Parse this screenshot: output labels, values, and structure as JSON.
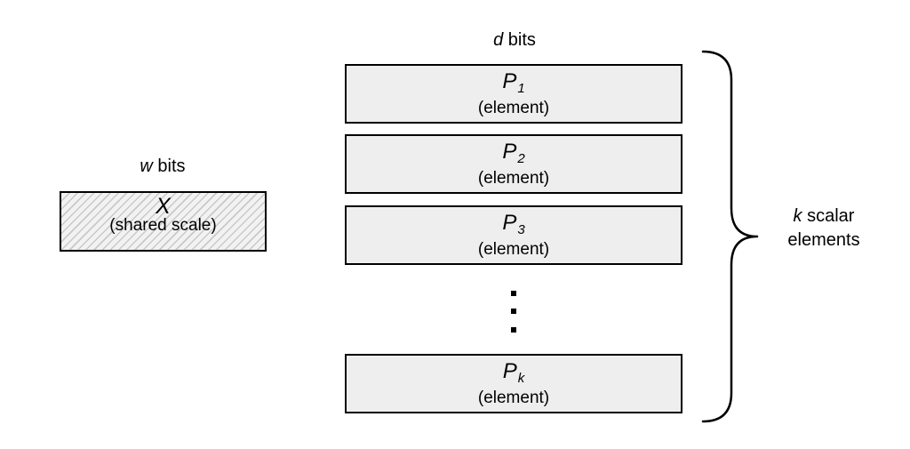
{
  "scale": {
    "width_label_var": "w",
    "width_label_unit": " bits",
    "symbol": "X",
    "description": "(shared scale)"
  },
  "elements": {
    "width_label_var": "d",
    "width_label_unit": " bits",
    "items": [
      {
        "symbol": "P",
        "subscript": "1",
        "description": "(element)"
      },
      {
        "symbol": "P",
        "subscript": "2",
        "description": "(element)"
      },
      {
        "symbol": "P",
        "subscript": "3",
        "description": "(element)"
      },
      {
        "symbol": "P",
        "subscript": "k",
        "description": "(element)"
      }
    ],
    "ellipsis_dots": 3
  },
  "brace": {
    "label_var": "k",
    "label_line1_rest": " scalar",
    "label_line2": "elements"
  }
}
